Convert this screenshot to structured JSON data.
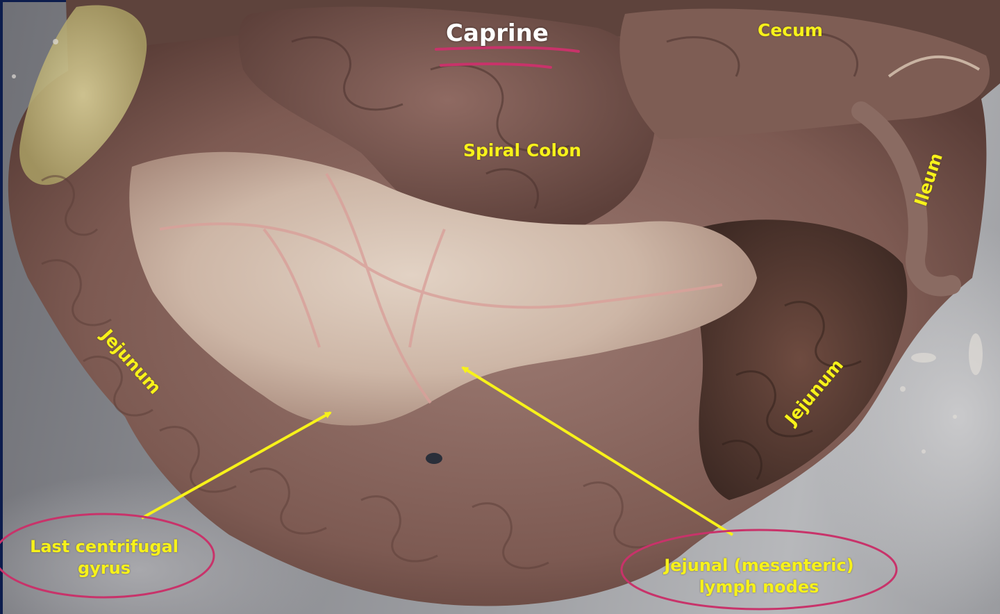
{
  "image": {
    "subject": "Caprine intestinal tract dissection on stainless steel table",
    "title": "Caprine",
    "title_color": "#ffffff",
    "annotation_color": "#f7f21a",
    "ellipse_color": "#c8336a",
    "underline_color": "#c8336a"
  },
  "labels": {
    "cecum": "Cecum",
    "spiral_colon": "Spiral Colon",
    "ileum": "Ileum",
    "jejunum_left": "Jejunum",
    "jejunum_right": "Jejunum"
  },
  "callouts": [
    {
      "id": "last-centrifugal-gyrus",
      "line1": "Last centrifugal",
      "line2": "gyrus"
    },
    {
      "id": "jejunal-lymph-nodes",
      "line1": "Jejunal (mesenteric)",
      "line2": "lymph nodes"
    }
  ]
}
